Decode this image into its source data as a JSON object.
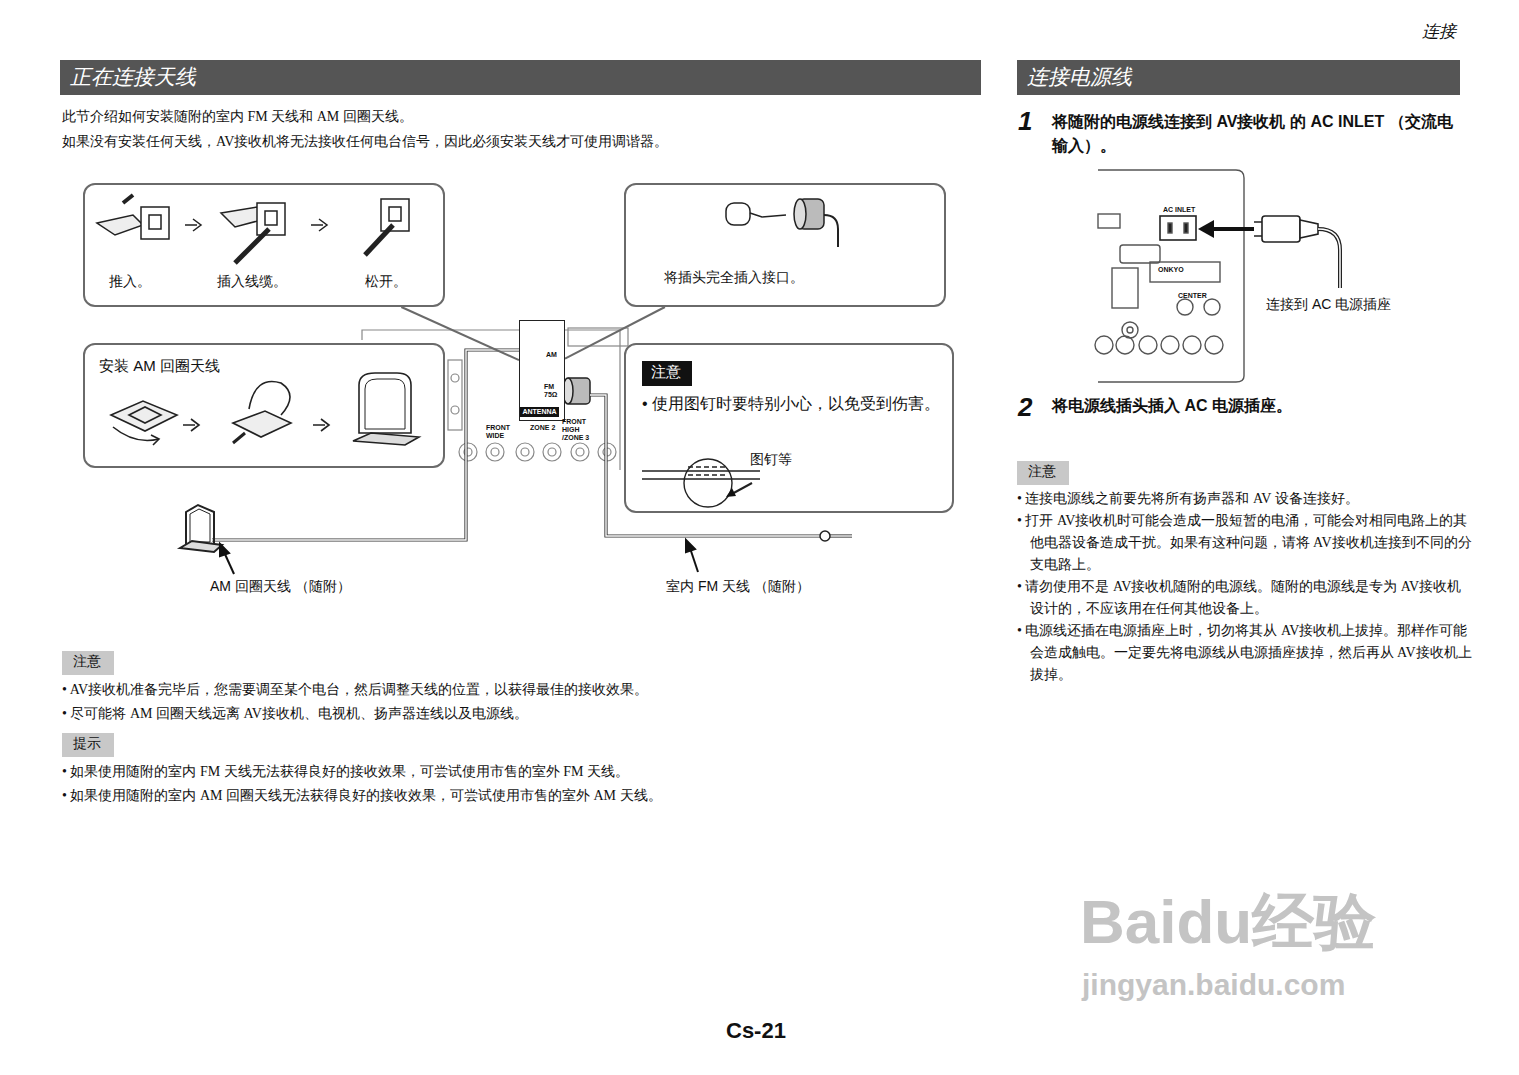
{
  "diagram": {
    "title": "连接",
    "nodes": [
      {
        "text": [
          "正在连接天线"
        ]
      },
      {
        "text": [
          "推入。",
          "插入线缆。",
          "松开。"
        ]
      },
      {
        "text": [
          "将插头完全插入接口。"
        ]
      },
      {
        "text": [
          "安装 AM 回圈天线"
        ]
      },
      {
        "text": [
          "• 使用图钉时要特别小心，以免受到伤害。",
          "图钉等"
        ]
      },
      {
        "text": [
          "注意"
        ],
        "in": 4
      },
      {
        "text": [
          "AM",
          "FM 75Ω",
          "ANTENNA"
        ]
      },
      {
        "text": [
          "注意"
        ]
      },
      {
        "text": [
          "提示"
        ]
      },
      {
        "text": [
          "连接电源线"
        ]
      },
      {
        "text": [
          "注意"
        ]
      }
    ],
    "edges": [
      {
        "from": 1,
        "to": 6,
        "arrow": "none"
      },
      {
        "from": 2,
        "to": 6,
        "arrow": "none"
      }
    ],
    "labels": [
      "此节介绍如何安装随附的室内 FM 天线和 AM 回圈天线。",
      "如果没有安装任何天线，AV接收机将无法接收任何电台信号，因此必须安装天线才可使用调谐器。",
      "AM 回圈天线 （随附）",
      "室内 FM 天线 （随附）",
      "• AV接收机准备完毕后，您需要调至某个电台，然后调整天线的位置，以获得最佳的接收效果。",
      "• 尽可能将 AM 回圈天线远离 AV接收机、电视机、扬声器连线以及电源线。",
      "• 如果使用随附的室内 FM 天线无法获得良好的接收效果，可尝试使用市售的室外 FM 天线。",
      "• 如果使用随附的室内 AM 回圈天线无法获得良好的接收效果，可尝试使用市售的室外 AM 天线。",
      "1",
      "将随附的电源线连接到 AV接收机 的 AC INLET （交流电输入）。",
      "AC INLET",
      "ONKYO",
      "连接到 AC 电源插座",
      "2",
      "将电源线插头插入 AC 电源插座。",
      "• 连接电源线之前要先将所有扬声器和 AV 设备连接好。",
      "• 打开 AV接收机时可能会造成一股短暂的电涌，可能会对相同电路上的其他电器设备造成干扰。如果有这种问题，请将 AV接收机连接到不同的分支电路上。",
      "• 请勿使用不是 AV接收机随附的电源线。随附的电源线是专为 AV接收机设计的，不应该用在任何其他设备上。",
      "• 电源线还插在电源插座上时，切勿将其从 AV接收机上拔掉。那样作可能会造成触电。一定要先将电源线从电源插座拔掉，然后再从 AV接收机上拔掉。",
      "Cs-21",
      "Baidu经验",
      "jingyan.baidu.com",
      "FRONT WIDE",
      "ZONE 2",
      "FRONT HIGH /ZONE 3",
      "CENTER"
    ]
  }
}
